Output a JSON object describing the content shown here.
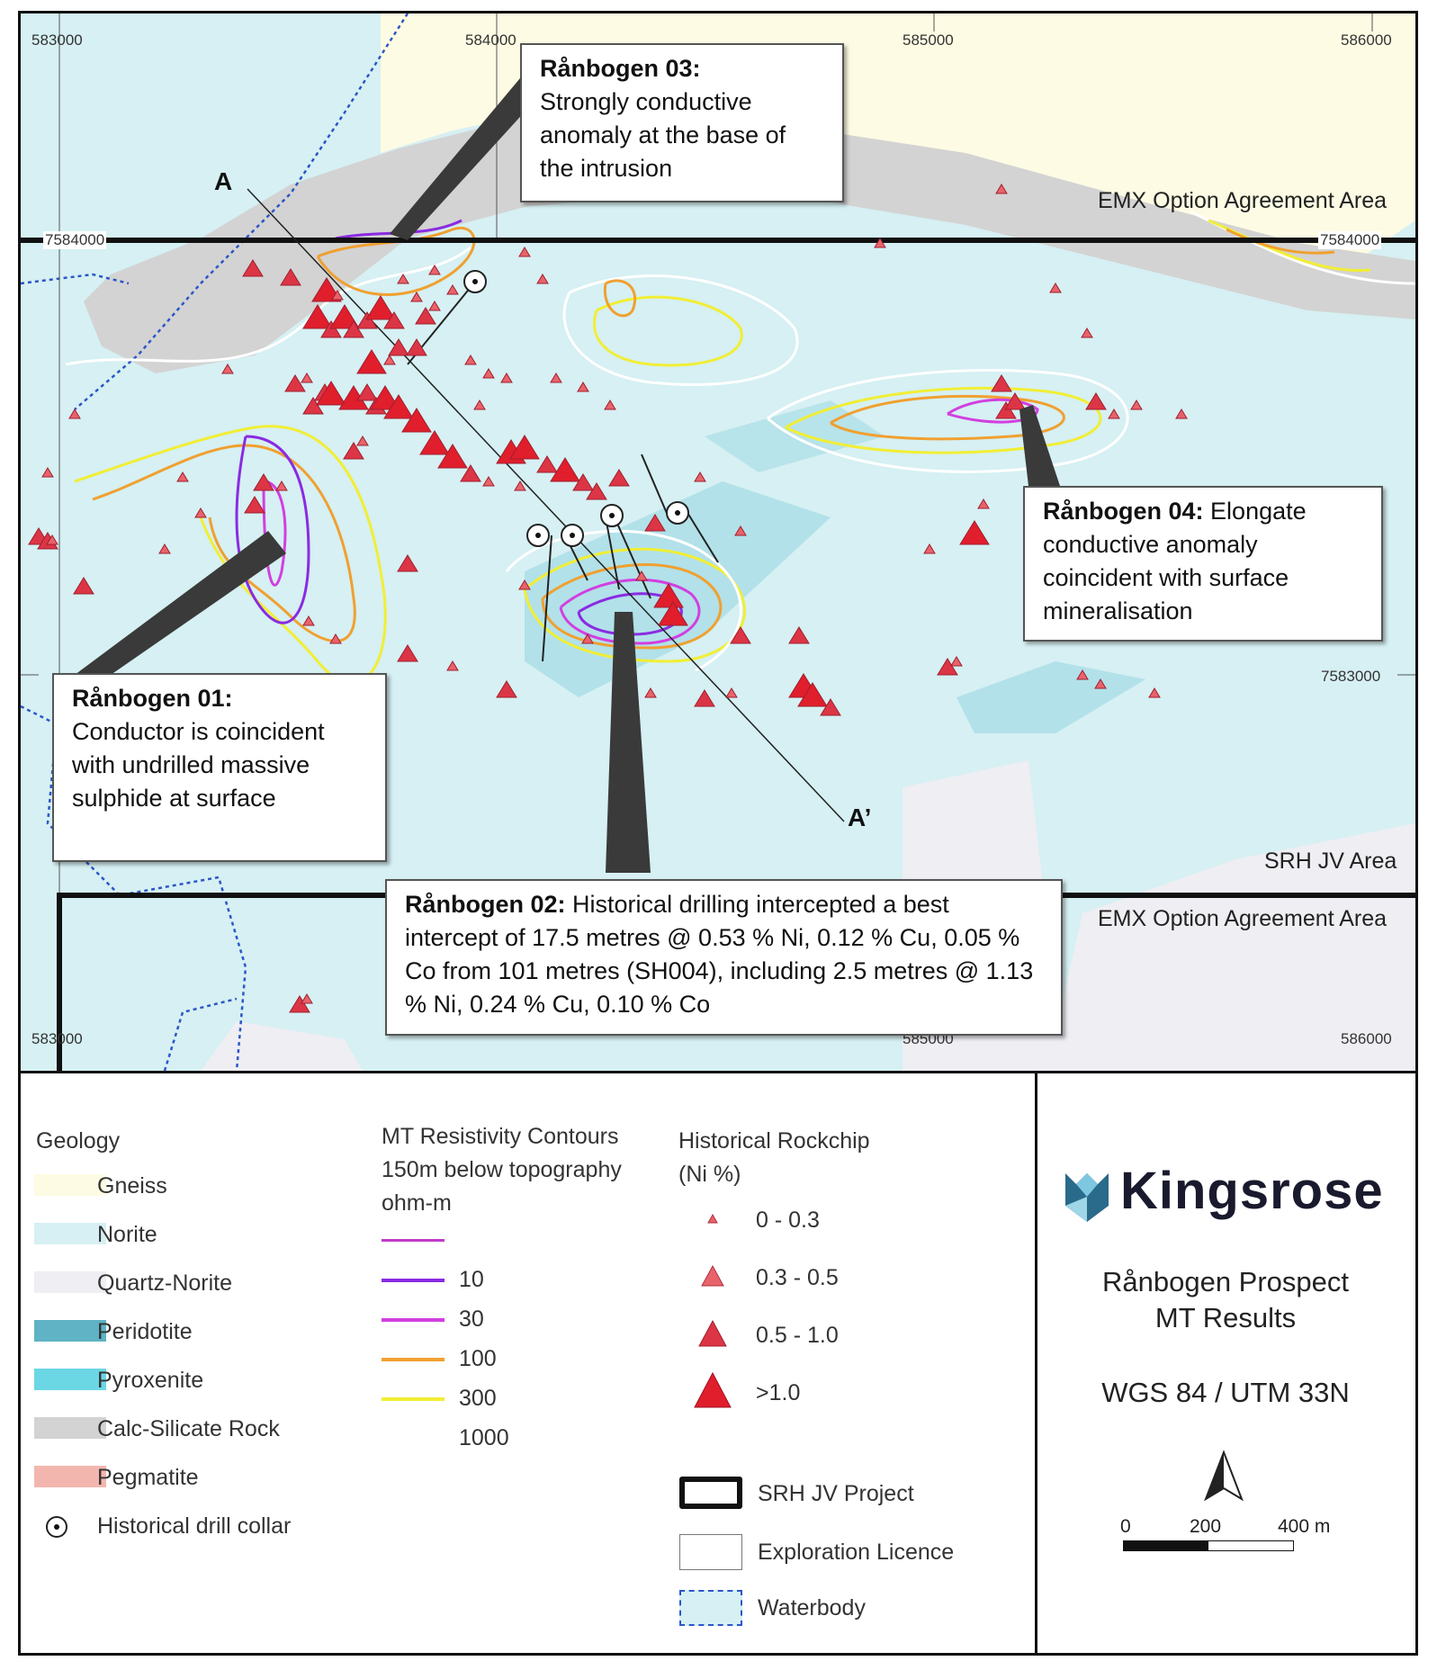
{
  "map": {
    "grid_x_labels": [
      "583000",
      "584000",
      "585000",
      "586000"
    ],
    "grid_y_labels": [
      "7584000",
      "7583000"
    ],
    "area_labels": {
      "emx_top": "EMX Option Agreement Area",
      "srh": "SRH JV Area",
      "emx_bottom": "EMX Option Agreement Area"
    },
    "section_start": "A",
    "section_end": "A’"
  },
  "callouts": {
    "c03": {
      "title": "Rånbogen 03:",
      "text": "Strongly conductive anomaly at the base of the intrusion"
    },
    "c01": {
      "title": "Rånbogen 01:",
      "text": "Conductor is coincident with undrilled massive sulphide at surface"
    },
    "c04": {
      "title": "Rånbogen 04:",
      "text": "Elongate conductive anomaly coincident with surface mineralisation"
    },
    "c02": {
      "title": "Rånbogen 02:",
      "text": "Historical drilling intercepted a best intercept of 17.5 metres @ 0.53 % Ni, 0.12 % Cu, 0.05 % Co from 101 metres (SH004), including 2.5 metres @ 1.13 % Ni, 0.24 % Cu, 0.10 % Co"
    }
  },
  "legend": {
    "geology": {
      "title": "Geology",
      "items": [
        {
          "label": "Gneiss",
          "color": "#fdfbe3"
        },
        {
          "label": "Norite",
          "color": "#d6f0f3"
        },
        {
          "label": "Quartz-Norite",
          "color": "#eeeef3"
        },
        {
          "label": "Peridotite",
          "color": "#5fb3c4"
        },
        {
          "label": "Pyroxenite",
          "color": "#6bd6e4"
        },
        {
          "label": "Calc-Silicate Rock",
          "color": "#d3d3d3"
        },
        {
          "label": "Pegmatite",
          "color": "#f3b6ae"
        },
        {
          "label": "Historical drill collar",
          "color": "#000000"
        }
      ]
    },
    "mt": {
      "title_lines": [
        "MT Resistivity Contours",
        "150m below topography",
        "ohm-m"
      ],
      "contours": [
        {
          "color": "#c13bc9"
        },
        {
          "label": "10",
          "color": "#8a2be2"
        },
        {
          "label": "30",
          "color": "#d23fe0"
        },
        {
          "label": "100",
          "color": "#f0a030"
        },
        {
          "label": "300",
          "color": "#f1ee35"
        },
        {
          "label": "1000",
          "color": "#ffffff"
        }
      ]
    },
    "rockchip": {
      "title_lines": [
        "Historical Rockchip",
        "(Ni %)"
      ],
      "items": [
        {
          "label": "0 - 0.3",
          "size": 1
        },
        {
          "label": "0.3 - 0.5",
          "size": 2
        },
        {
          "label": "0.5 - 1.0",
          "size": 3
        },
        {
          "label": ">1.0",
          "size": 4
        }
      ]
    },
    "boundaries": [
      {
        "label": "SRH JV Project"
      },
      {
        "label": "Exploration Licence"
      },
      {
        "label": "Waterbody"
      }
    ]
  },
  "info": {
    "company": "Kingsrose",
    "title_line1": "Rånbogen Prospect",
    "title_line2": "MT Results",
    "crs": "WGS 84 / UTM 33N",
    "scale_labels": [
      "0",
      "200",
      "400 m"
    ]
  }
}
